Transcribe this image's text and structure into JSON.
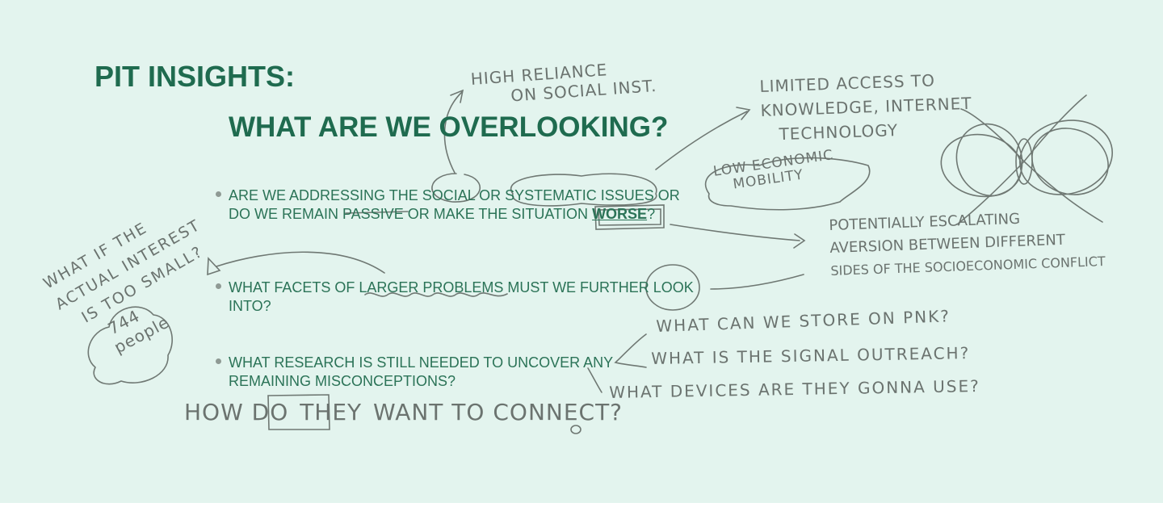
{
  "titles": {
    "main": "PIT INSIGHTS:",
    "sub": "WHAT ARE WE OVERLOOKING?"
  },
  "bullets": [
    {
      "line1": "ARE WE ADDRESSING THE  SOCIAL OR SYSTEMATIC ISSUES OR",
      "line2": "DO WE REMAIN PASSIVE OR MAKE THE SITUATION ",
      "emphasis": "WORSE",
      "tail": "?"
    },
    {
      "line1": "WHAT FACETS OF LARGER PROBLEMS MUST WE FURTHER LOOK",
      "line2": "INTO?"
    },
    {
      "line1": "WHAT RESEARCH IS STILL NEEDED TO UNCOVER ANY",
      "line2": "REMAINING MISCONCEPTIONS?"
    }
  ],
  "notes": {
    "high_reliance": [
      "HIGH RELIANCE",
      "ON SOCIAL INST."
    ],
    "limited_access": [
      "LIMITED ACCESS TO",
      "KNOWLEDGE, INTERNET",
      "TECHNOLOGY"
    ],
    "low_mobility": [
      "LOW ECONOMIC",
      "MOBILITY"
    ],
    "escalating": [
      "POTENTIALLY ESCALATING",
      "AVERSION BETWEEN DIFFERENT",
      "SIDES OF THE SOCIOECONOMIC CONFLICT"
    ],
    "interest": [
      "WHAT IF THE",
      "ACTUAL INTEREST",
      "IS TOO SMALL?"
    ],
    "people": [
      "744",
      "people"
    ],
    "questions": [
      "WHAT CAN WE STORE ON PNK?",
      "WHAT IS THE SIGNAL OUTREACH?",
      "WHAT DEVICES ARE THEY GONNA USE?"
    ],
    "connect_before": "HOW DO",
    "connect_box": "THEY",
    "connect_after": "WANT TO CONNECT?"
  },
  "colors": {
    "background": "#e3f4ee",
    "title": "#1f6b4f",
    "text": "#2b7357",
    "pencil": "#6f7873"
  }
}
